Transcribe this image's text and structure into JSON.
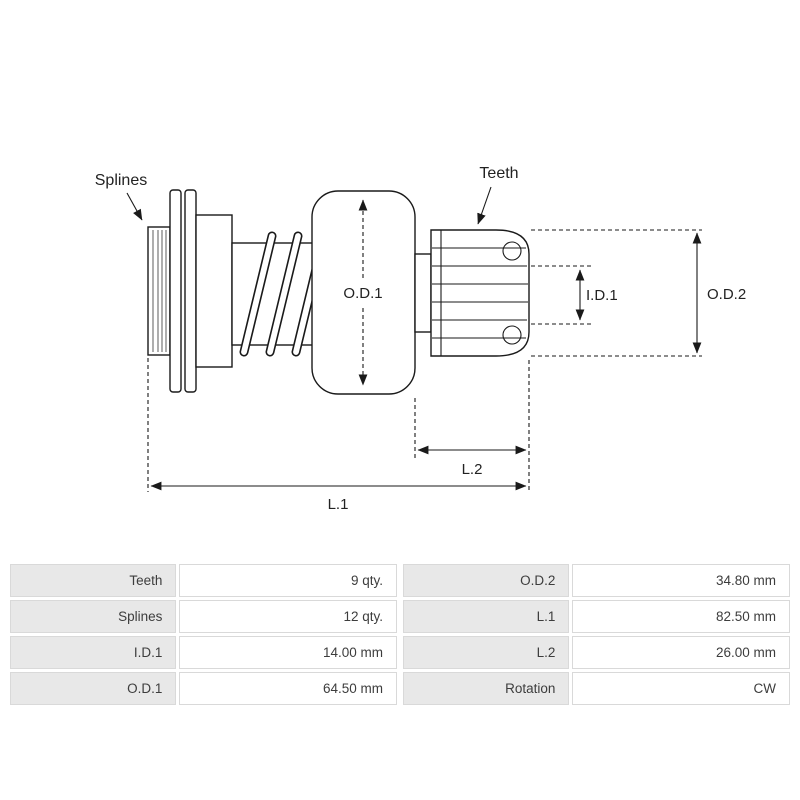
{
  "diagram": {
    "labels": {
      "splines": "Splines",
      "teeth": "Teeth",
      "od1": "O.D.1",
      "id1": "I.D.1",
      "od2": "O.D.2",
      "l2": "L.2",
      "l1": "L.1"
    }
  },
  "table": {
    "left": [
      {
        "label": "Teeth",
        "value": "9 qty."
      },
      {
        "label": "Splines",
        "value": "12 qty."
      },
      {
        "label": "I.D.1",
        "value": "14.00 mm"
      },
      {
        "label": "O.D.1",
        "value": "64.50 mm"
      }
    ],
    "right": [
      {
        "label": "O.D.2",
        "value": "34.80 mm"
      },
      {
        "label": "L.1",
        "value": "82.50 mm"
      },
      {
        "label": "L.2",
        "value": "26.00 mm"
      },
      {
        "label": "Rotation",
        "value": "CW"
      }
    ]
  },
  "colors": {
    "line": "#1a1a1a",
    "label_cell_bg": "#e8e8e8",
    "cell_border": "#d9d9d9",
    "table_text": "#3d3d3d"
  }
}
